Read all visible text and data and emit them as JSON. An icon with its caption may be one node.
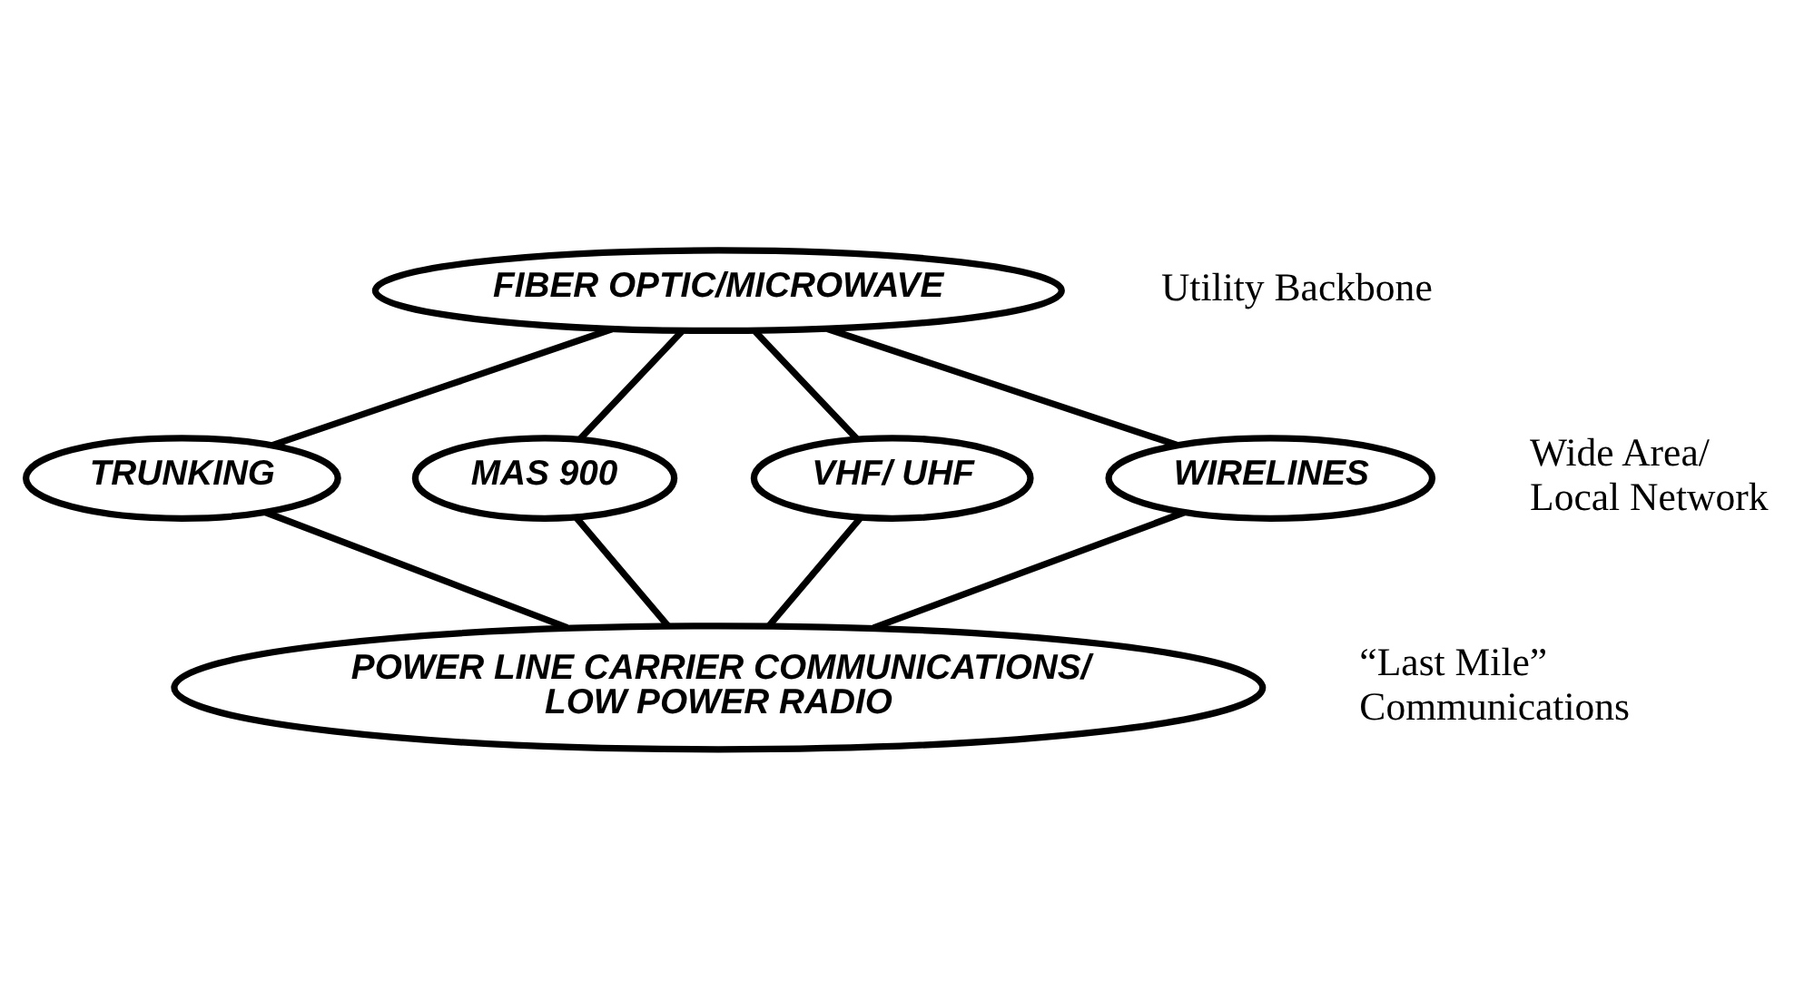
{
  "diagram": {
    "nodes": [
      {
        "text": [
          "FIBER OPTIC/MICROWAVE"
        ]
      },
      {
        "text": [
          "TRUNKING"
        ]
      },
      {
        "text": [
          "MAS 900"
        ]
      },
      {
        "text": [
          "VHF/ UHF"
        ]
      },
      {
        "text": [
          "WIRELINES"
        ]
      },
      {
        "text": [
          "POWER LINE CARRIER COMMUNICATIONS/ LOW POWER RADIO"
        ]
      }
    ],
    "edges": [
      {
        "from": 0,
        "to": 3,
        "arrow": "none"
      },
      {
        "from": 0,
        "to": 1,
        "arrow": "none"
      },
      {
        "from": 0,
        "to": 4,
        "arrow": "none"
      },
      {
        "from": 0,
        "to": 2,
        "arrow": "none"
      },
      {
        "from": 3,
        "to": 5,
        "arrow": "none"
      },
      {
        "from": 1,
        "to": 5,
        "arrow": "none"
      },
      {
        "from": 4,
        "to": 5,
        "arrow": "none"
      },
      {
        "from": 2,
        "to": 5,
        "arrow": "none"
      }
    ],
    "labels": [
      "Utility Backbone",
      "Wide Area/ Local Network",
      "“Last Mile” Communications"
    ]
  }
}
